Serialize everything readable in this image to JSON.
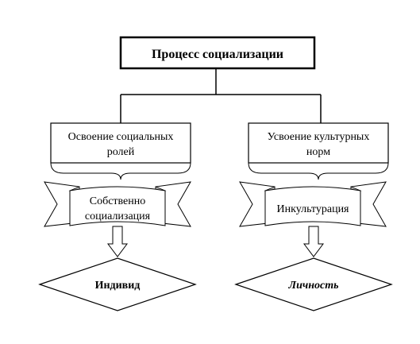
{
  "root": {
    "title": "Процесс социализации"
  },
  "left": {
    "top_box": [
      "Освоение социальных",
      "ролей"
    ],
    "banner": [
      "Собственно",
      "социализация"
    ],
    "result": "Индивид"
  },
  "right": {
    "top_box": [
      "Усвоение культурных",
      "норм"
    ],
    "banner": [
      "Инкультурация"
    ],
    "result": "Личность"
  }
}
